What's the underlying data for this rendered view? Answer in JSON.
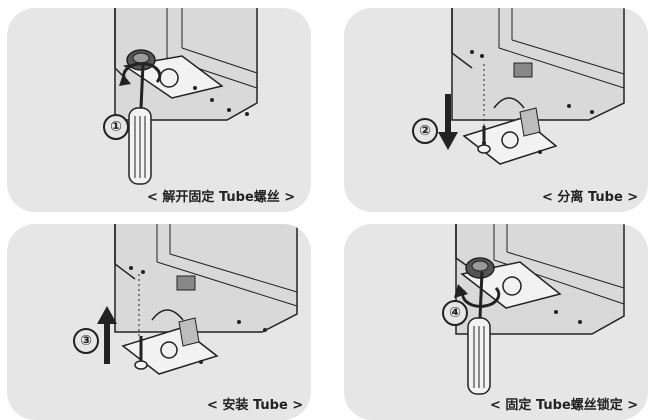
{
  "steps": [
    {
      "number": "①",
      "caption": "< 解开固定 Tube螺丝 >"
    },
    {
      "number": "②",
      "caption": "< 分离 Tube >"
    },
    {
      "number": "③",
      "caption": "< 安装 Tube >"
    },
    {
      "number": "④",
      "caption": "< 固定 Tube螺丝锁定 >"
    }
  ],
  "colors": {
    "panel_bg": "#e6e6e6",
    "line": "#222222",
    "metal_light": "#f2f2f2",
    "metal_dark": "#9a9a9a"
  }
}
